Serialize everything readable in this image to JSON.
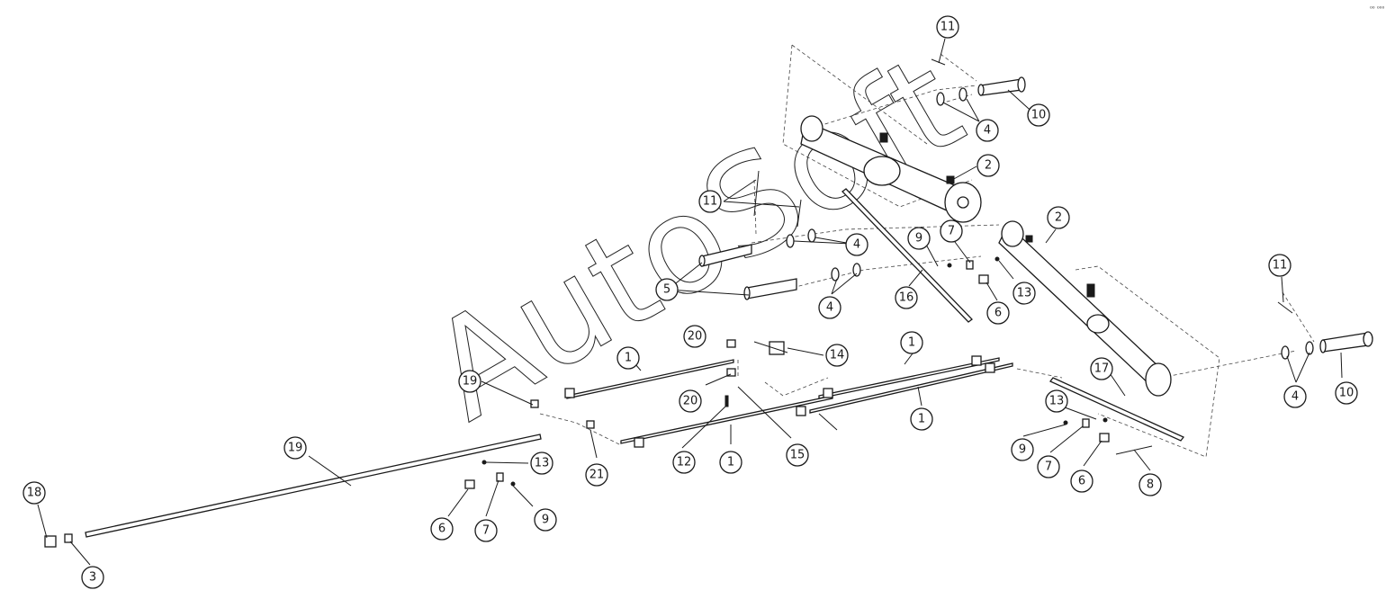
{
  "watermark": "AutoSoft",
  "corner_mark": "⁰⁰ ⁰⁰⁰",
  "callouts": [
    "1",
    "1",
    "1",
    "1",
    "2",
    "2",
    "3",
    "4",
    "4",
    "4",
    "4",
    "5",
    "6",
    "6",
    "6",
    "7",
    "7",
    "7",
    "8",
    "9",
    "9",
    "9",
    "10",
    "10",
    "11",
    "11",
    "11",
    "12",
    "13",
    "13",
    "13",
    "14",
    "15",
    "16",
    "17",
    "18",
    "19",
    "19",
    "20",
    "20",
    "21"
  ]
}
